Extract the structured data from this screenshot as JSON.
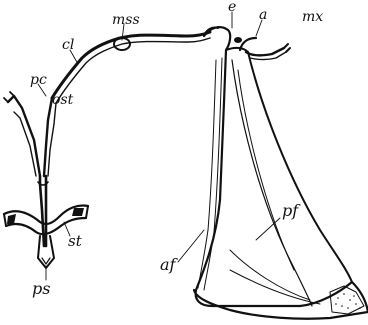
{
  "figure": {
    "labels": {
      "e": "e",
      "a": "a",
      "mx": "mx",
      "mss": "mss",
      "cl": "cl",
      "pc": "pc",
      "ost": "ost",
      "pf": "pf",
      "af": "af",
      "st": "st",
      "ps": "ps"
    }
  }
}
